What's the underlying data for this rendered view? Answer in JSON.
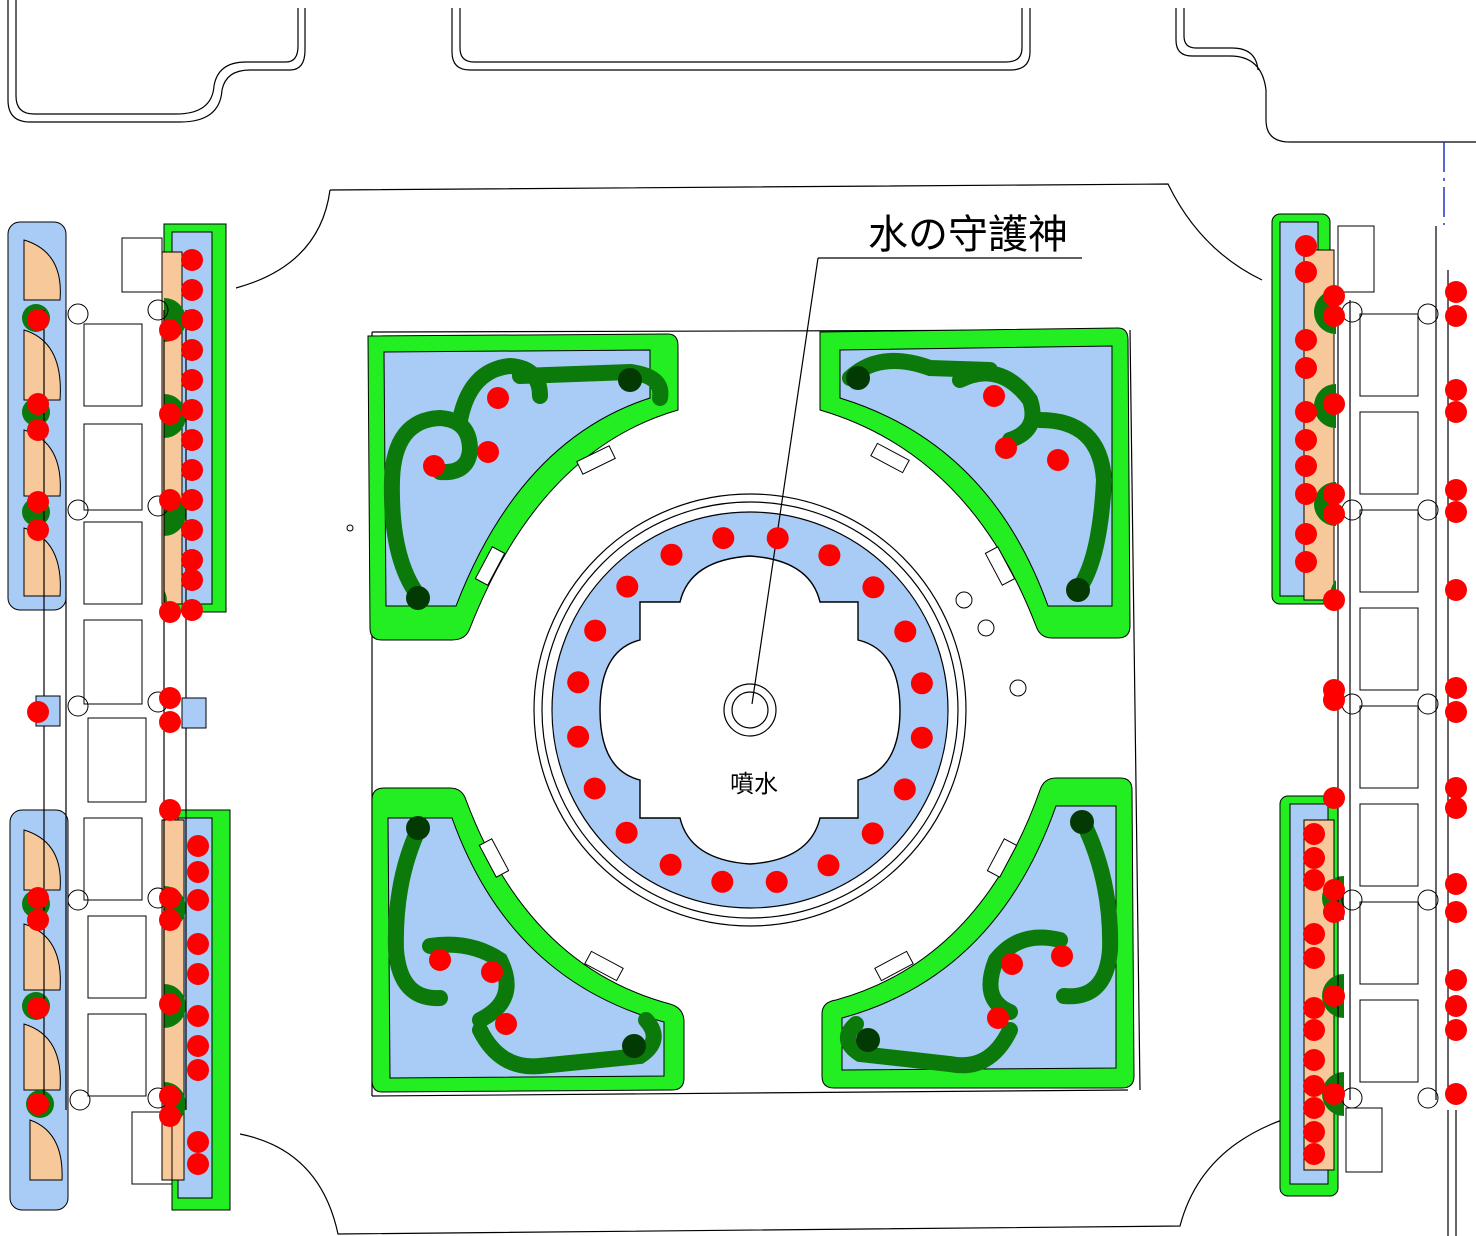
{
  "labels": {
    "title": "水の守護神",
    "fountain": "噴水"
  },
  "colors": {
    "lawn": "#22ee22",
    "hedge": "#0b7a0b",
    "hedge_dark": "#033a03",
    "water": "#a8ccf5",
    "soil": "#f7c99a",
    "plant": "#ff0000",
    "line": "#000000",
    "background": "#ffffff"
  },
  "icons": {
    "plant": "red-dot",
    "tree": "dark-green-circle",
    "bench": "rectangle"
  }
}
